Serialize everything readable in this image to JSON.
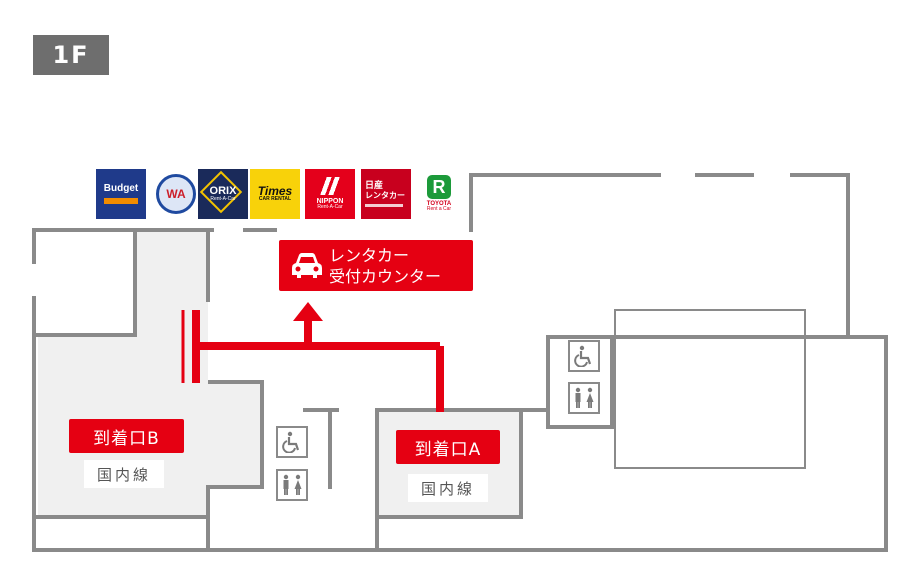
{
  "floor": {
    "label": "1F"
  },
  "rental_counter": {
    "line1": "レンタカー",
    "line2": "受付カウンター",
    "icon": "car-icon"
  },
  "rental_logos": [
    {
      "brand": "Budget",
      "text": "Budget",
      "bg": "#1f3a8a",
      "fg": "#ffffff",
      "accent": "#f28c00"
    },
    {
      "brand": "WA",
      "text": "WA",
      "bg": "#ffffff",
      "fg": "#cc1f2a",
      "accent": "#1f4aa0"
    },
    {
      "brand": "ORIX",
      "text": "ORIX",
      "sub": "Rent-A-Car",
      "bg": "#1a2a5a",
      "fg": "#ffffff",
      "accent": "#f2c200"
    },
    {
      "brand": "Times",
      "text": "Times",
      "sub": "CAR RENTAL",
      "bg": "#f8d20a",
      "fg": "#111111"
    },
    {
      "brand": "NIPPON",
      "text": "NIPPON",
      "sub": "Rent-A-Car",
      "bg": "#e4001b",
      "fg": "#ffffff"
    },
    {
      "brand": "Nissan",
      "text": "日産",
      "sub": "レンタカー",
      "bg": "#c8001e",
      "fg": "#ffffff"
    },
    {
      "brand": "TOYOTA",
      "text": "TOYOTA",
      "sub": "Rent a Car",
      "bg": "#ffffff",
      "fg": "#d3001b",
      "accent": "#1c9a3a"
    }
  ],
  "gates": [
    {
      "label": "到着口B",
      "sub": "国内線"
    },
    {
      "label": "到着口A",
      "sub": "国内線"
    }
  ],
  "facilities": [
    {
      "icon": "wheelchair-icon"
    },
    {
      "icon": "restroom-icon"
    }
  ],
  "colors": {
    "route": "#e50012",
    "wall": "#8a8a8a",
    "room": "#f0f0f0",
    "badge": "#6e6e6e"
  }
}
